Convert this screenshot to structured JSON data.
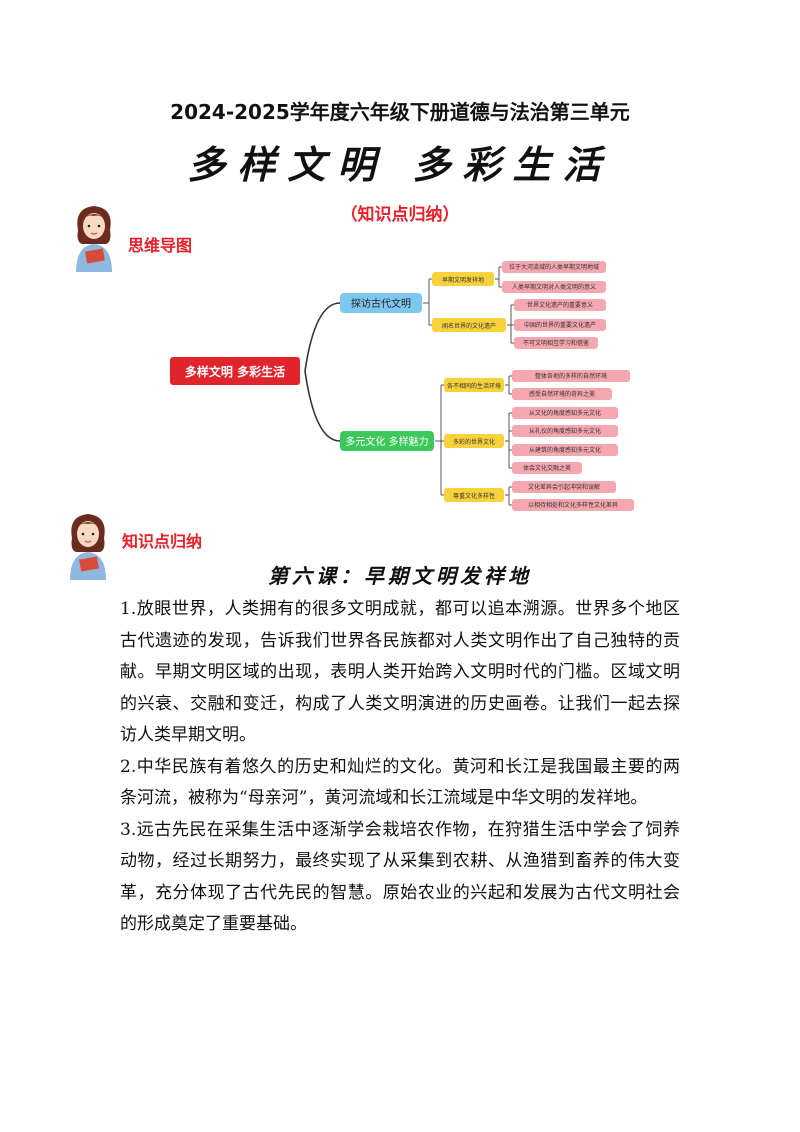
{
  "header": {
    "top_line": "2024-2025学年度六年级下册道德与法治第三单元",
    "title": "多样文明 多彩生活",
    "subtitle": "（知识点归纳）"
  },
  "sections": {
    "mindmap_label": "思维导图",
    "knowledge_label": "知识点归纳"
  },
  "mindmap": {
    "root": "多样文明 多彩生活",
    "branch1": {
      "label": "探访古代文明",
      "sub1": {
        "label": "早期文明发祥地",
        "leaves": [
          "位于大河流域的人类早期文明地域",
          "人类早期文明对人类文明的意义"
        ]
      },
      "sub2": {
        "label": "闻名世界的文化遗产",
        "leaves": [
          "世界文化遗产的重要意义",
          "中国的世界的重要文化遗产",
          "不可文明相互学习和借鉴"
        ]
      }
    },
    "branch2": {
      "label": "多元文化 多样魅力",
      "sub1": {
        "label": "各不相同的生活环境",
        "leaves": [
          "整体各地的多样的自然环境",
          "感受自然环境的奇异之美"
        ]
      },
      "sub2": {
        "label": "多彩的世界文化",
        "leaves": [
          "从文化的角度感知多元文化",
          "从礼仪的角度感知多元文化",
          "从建筑的角度感知多元文化",
          "体会文化交融之美"
        ]
      },
      "sub3": {
        "label": "尊重文化多样性",
        "leaves": [
          "文化差异会引起冲突和误解",
          "以相待相处和文化多样性文化差异"
        ]
      }
    }
  },
  "lesson": {
    "title": "第六课：早期文明发祥地",
    "paragraphs": [
      "1.放眼世界，人类拥有的很多文明成就，都可以追本溯源。世界多个地区古代遗迹的发现，告诉我们世界各民族都对人类文明作出了自己独特的贡献。早期文明区域的出现，表明人类开始跨入文明时代的门槛。区域文明的兴衰、交融和变迁，构成了人类文明演进的历史画卷。让我们一起去探访人类早期文明。",
      "2.中华民族有着悠久的历史和灿烂的文化。黄河和长江是我国最主要的两条河流，被称为“母亲河”，黄河流域和长江流域是中华文明的发祥地。",
      "3.远古先民在采集生活中逐渐学会栽培农作物，在狩猎生活中学会了饲养动物，经过长期努力，最终实现了从采集到农耕、从渔猎到畜养的伟大变革，充分体现了古代先民的智慧。原始农业的兴起和发展为古代文明社会的形成奠定了重要基础。"
    ]
  },
  "colors": {
    "accent_red": "#e8202a",
    "root_box": "#e0242c",
    "branch1_box": "#7ec8f0",
    "branch2_box": "#3cc85a",
    "sub_box": "#f8d23c",
    "leaf_box": "#f5a7b0",
    "connector": "#333333"
  }
}
